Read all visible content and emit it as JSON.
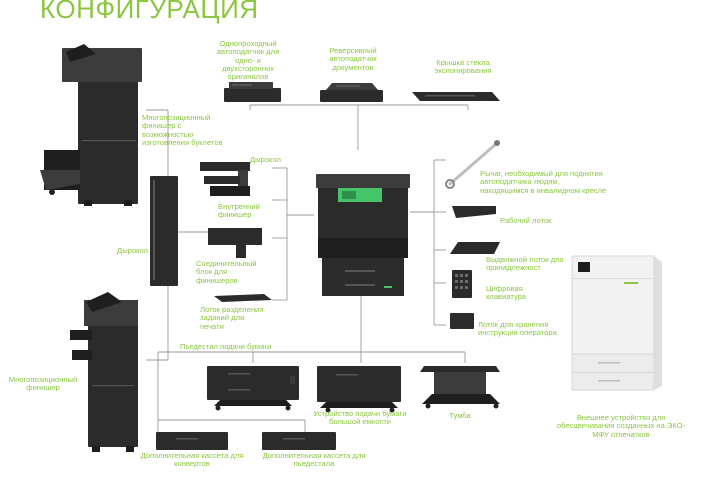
{
  "title": "КОНФИГУРАЦИЯ",
  "labels": {
    "single_pass_dadf": "Однопроходный автоподатчик для одно- и двухсторонних оригиналов",
    "radf": "Реверсивный автоподатчик документов",
    "platen_cover": "Крышка стекла экспонирования",
    "booklet_finisher": "Многопозиционный финишер с возможностью изготовления буклетов",
    "hole_punch_inner": "Дырокол",
    "inner_finisher": "Внутренний финишер",
    "bridge_unit": "Соединительный блок для финишеров",
    "job_separator": "Лоток разделения заданий для печати",
    "hole_punch_outer": "Дырокол",
    "multi_finisher": "Многопозиционный финишер",
    "accessibility_lever": "Рычаг, необходимый для поднятия автоподатчика людям, находящимся в инвалидном кресле",
    "work_tray": "Рабочий лоток",
    "drawer_tray": "Выдвижной лоток для принадлежност",
    "keypad": "Цифровая клавиатура",
    "manual_tray": "Лоток для хранения инструкции оператора",
    "paper_pedestal": "Пьедестал подачи бумаги",
    "lcf": "Устройство подачи бумаги большой емкости",
    "stand": "Тумба",
    "envelope_cassette": "Дополнительная кассета для конвертов",
    "pedestal_cassette": "Дополнительная кассета для пьедестала",
    "external_device": "Внешнее устройство для обесцвечивания созданных на ЭКО-МФУ отпечатков"
  },
  "colors": {
    "accent": "#8cc63f",
    "device": "#2b2b2b",
    "line": "#9a9a9a",
    "screen": "#46c46a"
  }
}
